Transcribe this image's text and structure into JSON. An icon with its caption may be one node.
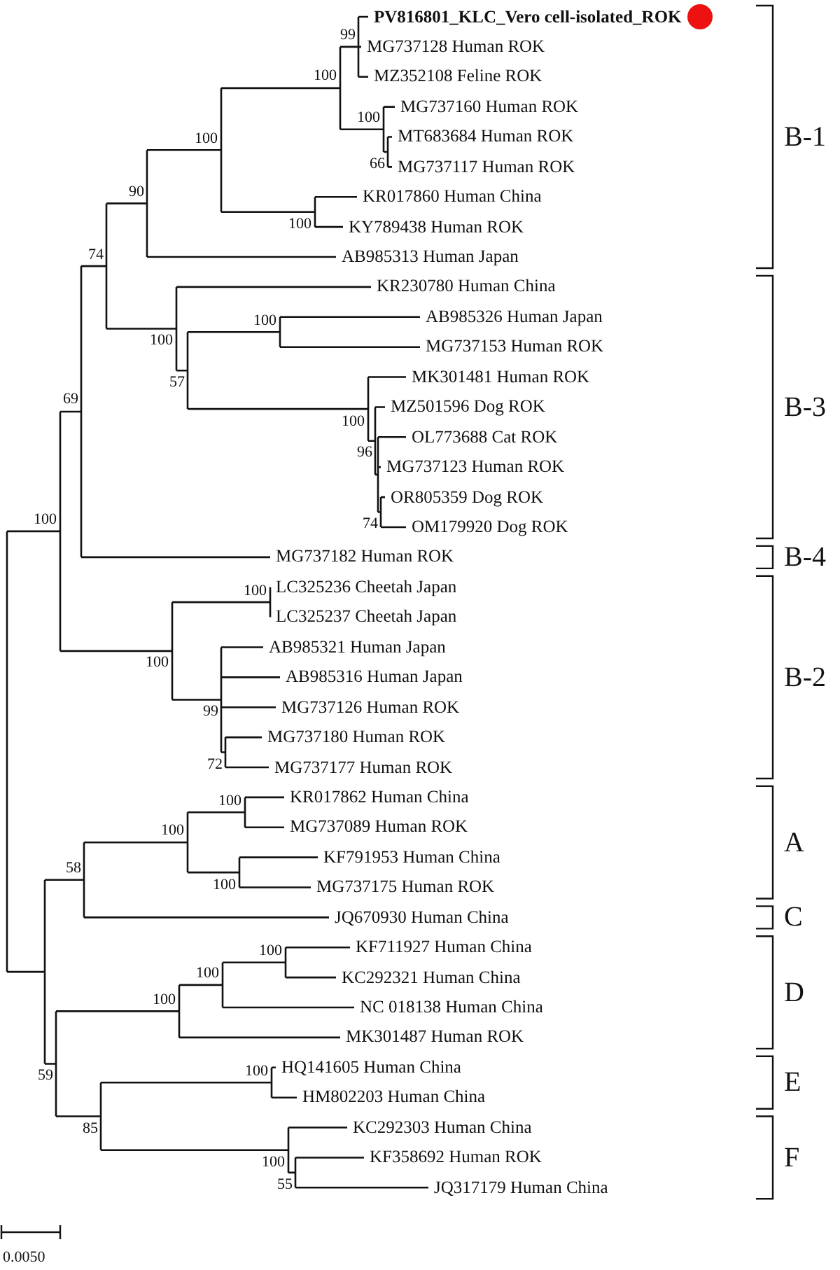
{
  "diagram": {
    "labels": [
      "PV816801_KLC_Vero cell-isolated_ROK",
      "MG737128 Human ROK",
      "MZ352108 Feline ROK",
      "MG737160 Human ROK",
      "MT683684 Human ROK",
      "MG737117 Human ROK",
      "KR017860 Human China",
      "KY789438 Human ROK",
      "AB985313 Human Japan",
      "KR230780 Human China",
      "AB985326 Human Japan",
      "MG737153 Human ROK",
      "MK301481 Human ROK",
      "MZ501596 Dog ROK",
      "OL773688 Cat ROK",
      "MG737123 Human ROK",
      "OR805359 Dog ROK",
      "OM179920 Dog ROK",
      "MG737182 Human ROK",
      "LC325236 Cheetah Japan",
      "LC325237 Cheetah Japan",
      "AB985321 Human Japan",
      "AB985316 Human Japan",
      "MG737126 Human ROK",
      "MG737180 Human ROK",
      "MG737177 Human ROK",
      "KR017862 Human China",
      "MG737089 Human ROK",
      "KF791953 Human China",
      "MG737175 Human ROK",
      "JQ670930 Human China",
      "KF711927 Human China",
      "KC292321 Human China",
      "NC 018138 Human China",
      "MK301487 Human ROK",
      "HQ141605 Human China",
      "HM802203 Human China",
      "KC292303 Human China",
      "KF358692 Human ROK",
      "JQ317179 Human China",
      "99",
      "100",
      "100",
      "66",
      "100",
      "100",
      "90",
      "74",
      "100",
      "100",
      "57",
      "100",
      "96",
      "74",
      "69",
      "100",
      "100",
      "100",
      "99",
      "72",
      "100",
      "100",
      "100",
      "58",
      "100",
      "100",
      "100",
      "59",
      "100",
      "85",
      "100",
      "55",
      "B-1",
      "B-3",
      "B-4",
      "B-2",
      "A",
      "C",
      "D",
      "E",
      "F",
      "0.0050"
    ]
  }
}
